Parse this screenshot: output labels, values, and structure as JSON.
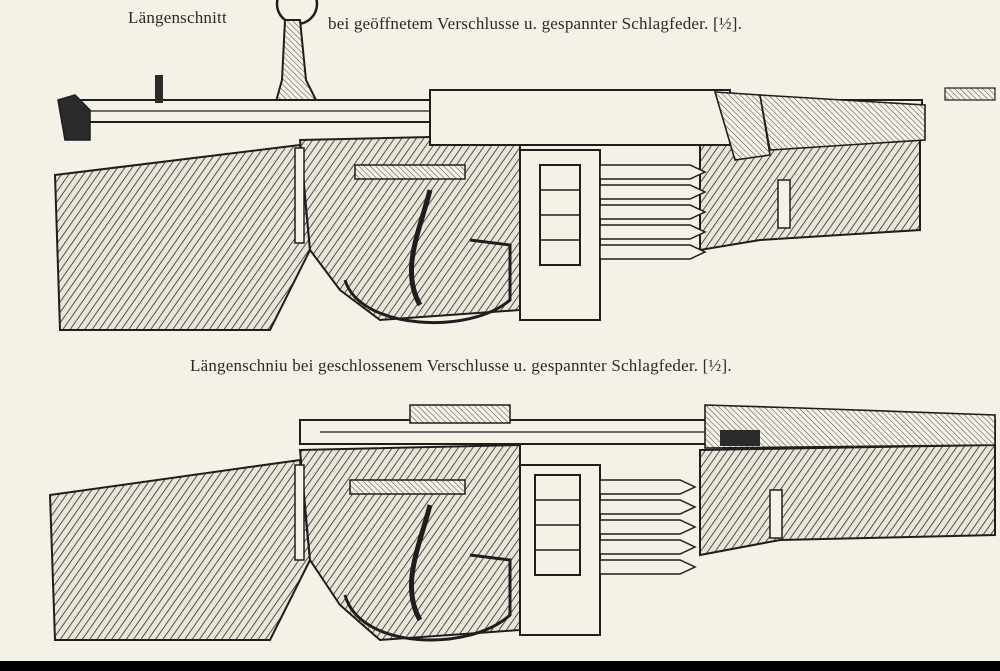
{
  "captions": {
    "open_left": "Längenschnitt",
    "open_right": "bei geöffnetem Verschlusse u. gespannter Schlagfeder. [½].",
    "closed": "Längenschniu bei geschlossenem Verschlusse u. gespannter Schlagfeder. [½]."
  },
  "colors": {
    "paper": "#f4f1e6",
    "ink": "#1e1e1e",
    "wood_hatch": "#2b2b2b"
  },
  "figures": [
    {
      "id": "rifle-open",
      "state": "bolt-open"
    },
    {
      "id": "rifle-closed",
      "state": "bolt-closed"
    }
  ]
}
